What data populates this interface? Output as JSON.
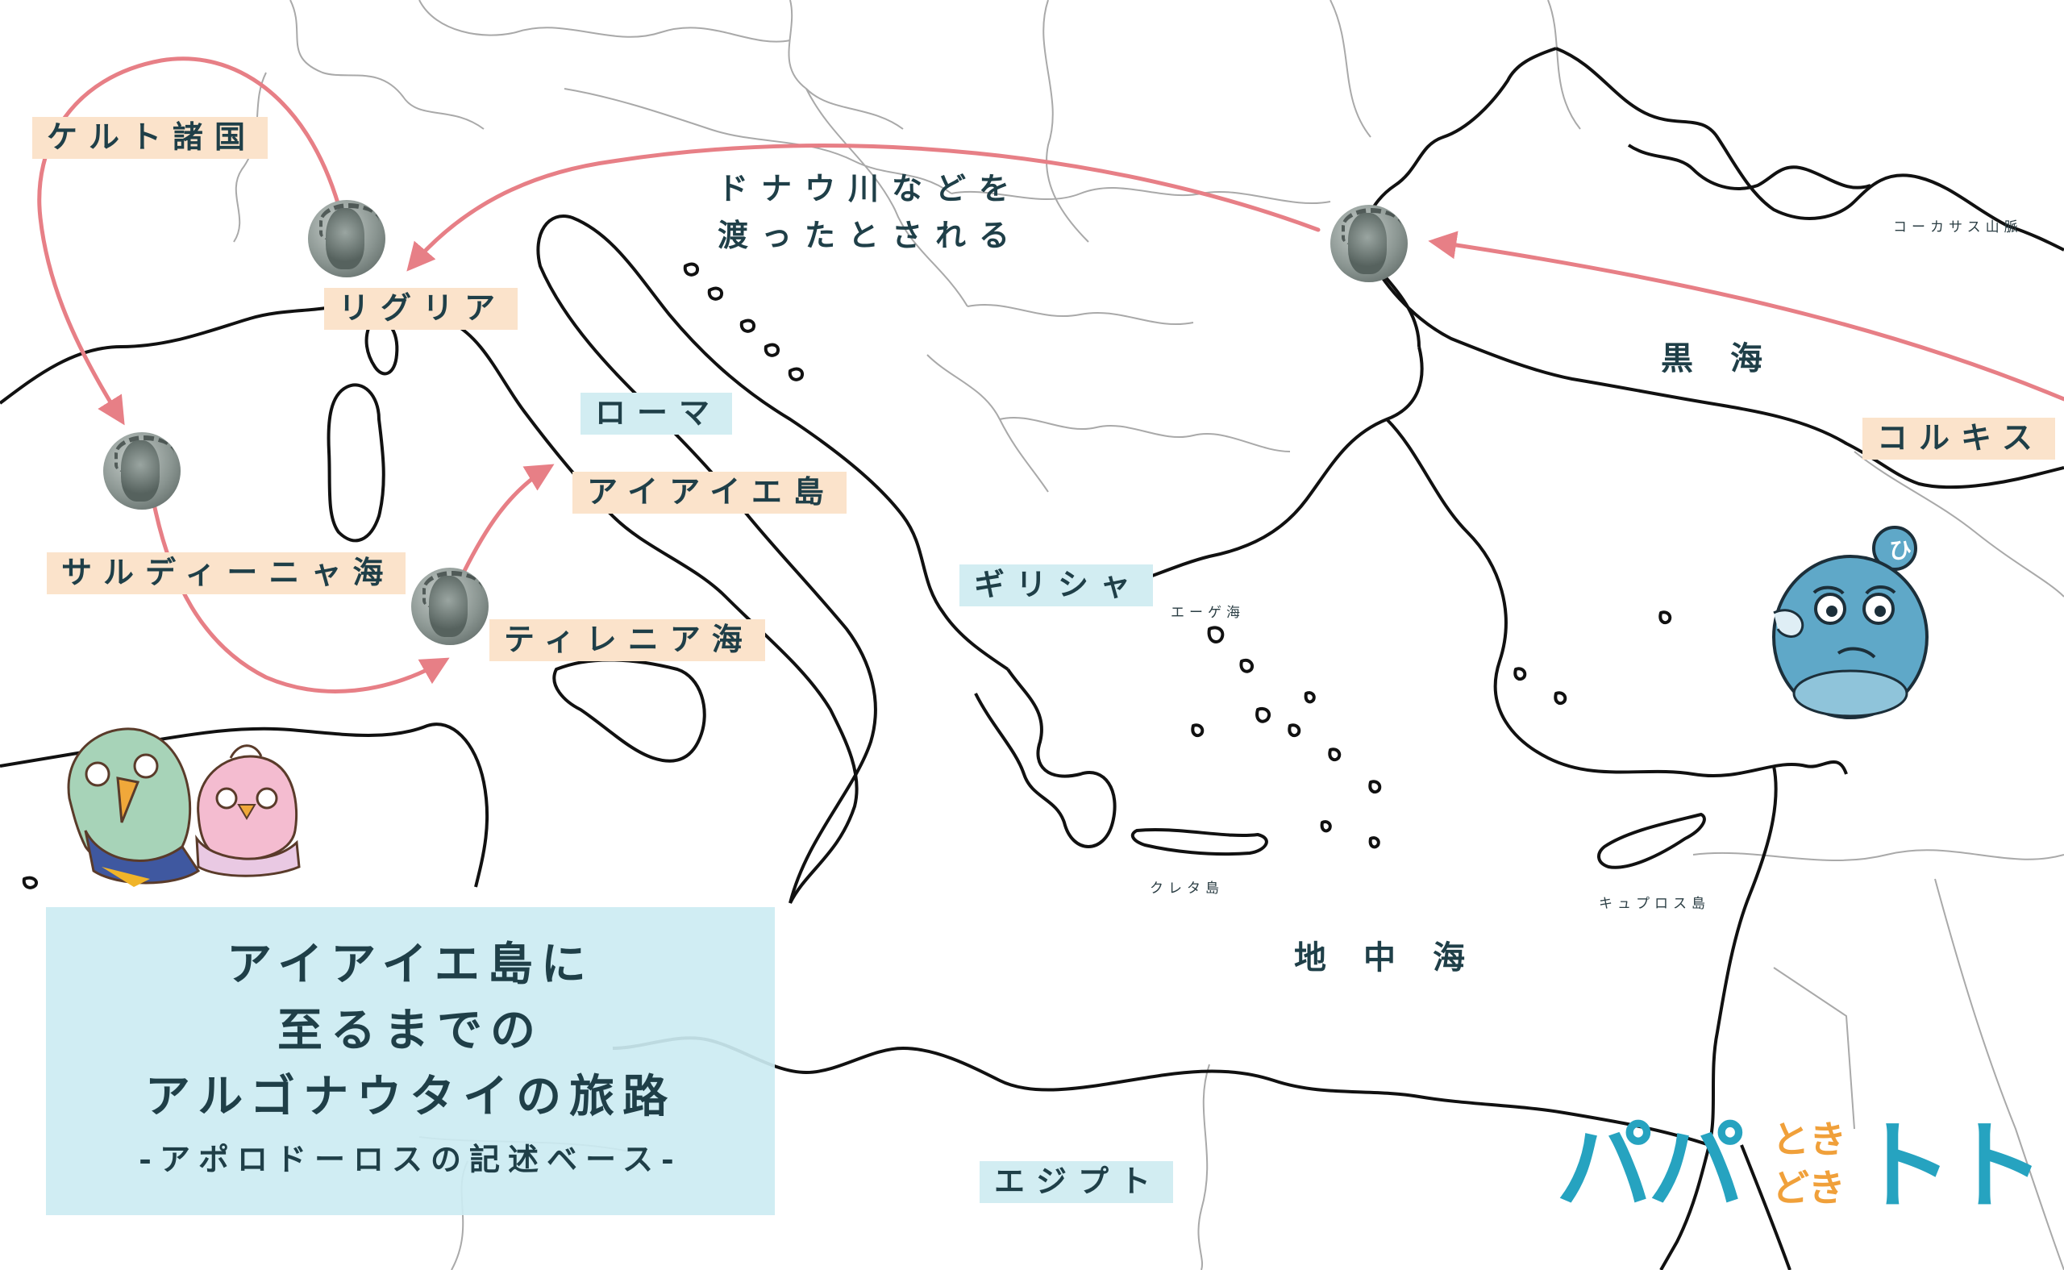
{
  "colors": {
    "route": "#e77f86",
    "text": "#1f3f48",
    "coastline": "#111111",
    "border": "#a8a8a8",
    "tag_orange": "#fbe3cb",
    "tag_blue": "#d2edf2",
    "logo_teal": "#26a3c0",
    "logo_orange": "#f0a03a"
  },
  "labels": {
    "celt": "ケルト諸国",
    "liguria": "リグリア",
    "danube_note": "ドナウ川などを\n渡ったとされる",
    "caucasus": "コーカサス山脈",
    "black_sea": "黒海",
    "colchis": "コルキス",
    "rome": "ローマ",
    "aiaie": "アイアイエ島",
    "sardinia_sea": "サルディーニャ海",
    "tyrrhenian_sea": "ティレニア海",
    "greece": "ギリシャ",
    "aegean": "エーゲ海",
    "crete": "クレタ島",
    "cyprus": "キュプロス島",
    "mediterranean": "地中海",
    "egypt": "エジプト"
  },
  "title_box": {
    "title": "アイアイエ島に\n至るまでの\nアルゴナウタイの旅路",
    "subtitle": "-アポロドーロスの記述ベース-"
  },
  "logo": {
    "main_left": "パパ",
    "small_top": "とき",
    "small_bottom": "どき",
    "main_right": "トト"
  },
  "icons": [
    "coin-portrait-icon",
    "route-arrow-icon",
    "bird-characters-icon",
    "blue-round-character-icon"
  ]
}
